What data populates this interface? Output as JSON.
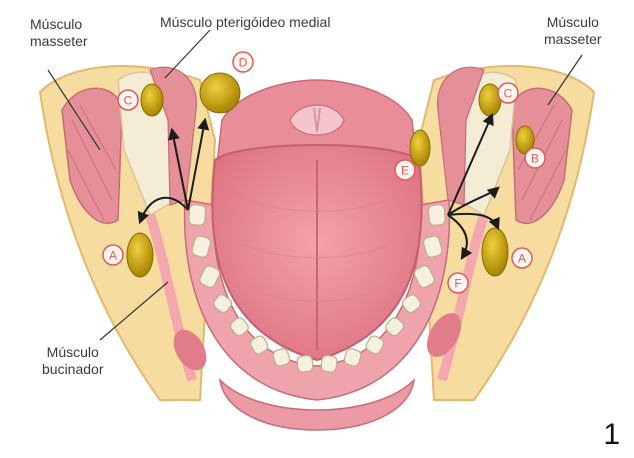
{
  "labels": {
    "masseter_left": "Músculo masseter",
    "masseter_left_l1": "Músculo",
    "masseter_left_l2": "masseter",
    "pterygoid_medial": "Músculo pterigóideo medial",
    "masseter_right_l1": "Músculo",
    "masseter_right_l2": "masseter",
    "buccinator_l1": "Músculo",
    "buccinator_l2": "bucinador"
  },
  "space_markers": [
    "A",
    "B",
    "C",
    "D",
    "E",
    "F"
  ],
  "figure_number": "1",
  "colors": {
    "fat": "#f7dca0",
    "fat_edge": "#e3b870",
    "muscle": "#e58f98",
    "tongue": "#e68794",
    "gum": "#eea3ad",
    "tooth": "#f5f0df",
    "abscess": "#c9a300",
    "marker_stroke": "#e05a5a",
    "arrow": "#1c1c1c"
  }
}
